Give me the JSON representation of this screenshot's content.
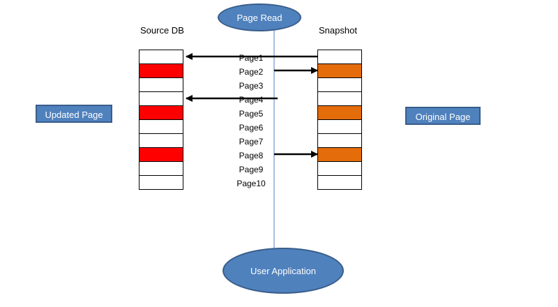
{
  "colors": {
    "updated": "#ff0000",
    "original": "#e46c0a",
    "shape_fill": "#4f81bd",
    "shape_border": "#385d8a",
    "read_line": "#4f81bd"
  },
  "top_ellipse": {
    "label": "Page Read"
  },
  "bottom_ellipse": {
    "label": "User Application"
  },
  "left_box": {
    "label": "Updated Page"
  },
  "right_box": {
    "label": "Original Page"
  },
  "source_db": {
    "title": "Source DB",
    "highlighted": [
      2,
      5,
      8
    ]
  },
  "snapshot": {
    "title": "Snapshot",
    "highlighted": [
      2,
      5,
      8
    ]
  },
  "pages": [
    "Page1",
    "Page2",
    "Page3",
    "Page4",
    "Page5",
    "Page6",
    "Page7",
    "Page8",
    "Page9",
    "Page10"
  ],
  "arrows": [
    {
      "page": 1,
      "direction": "to-source-db"
    },
    {
      "page": 2,
      "direction": "to-snapshot"
    },
    {
      "page": 4,
      "direction": "to-source-db"
    },
    {
      "page": 8,
      "direction": "to-snapshot"
    }
  ]
}
